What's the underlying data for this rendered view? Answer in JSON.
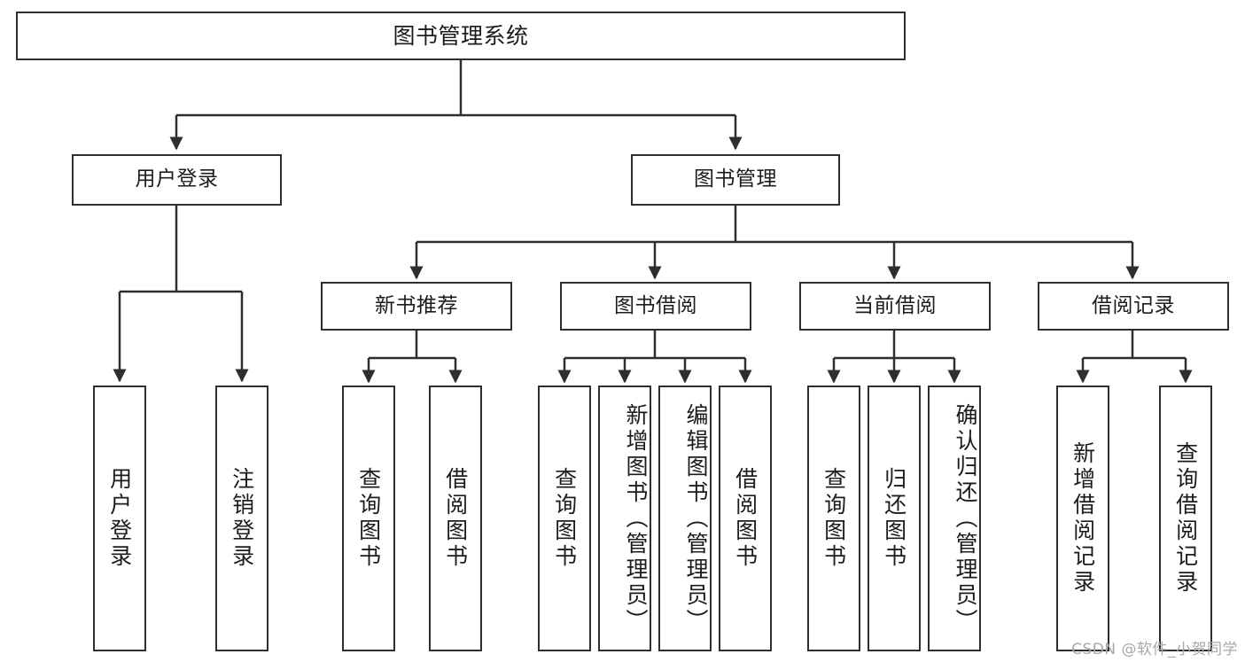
{
  "diagram": {
    "title": "图书管理系统",
    "type": "tree-hierarchy-chart",
    "watermark": "CSDN @软件_小贺同学",
    "colors": {
      "stroke": "#2e2e2e",
      "fill": "#ffffff",
      "text": "#1c1c1c",
      "watermark": "#a8a8a8"
    },
    "root": {
      "label": "图书管理系统"
    },
    "level1": [
      {
        "label": "用户登录"
      },
      {
        "label": "图书管理"
      }
    ],
    "level2": [
      {
        "label": "新书推荐"
      },
      {
        "label": "图书借阅"
      },
      {
        "label": "当前借阅"
      },
      {
        "label": "借阅记录"
      }
    ],
    "leaves": {
      "user_login": [
        {
          "label": "用户登录"
        },
        {
          "label": "注销登录"
        }
      ],
      "new_book_recommend": [
        {
          "label": "查询图书"
        },
        {
          "label": "借阅图书"
        }
      ],
      "book_borrow": [
        {
          "label": "查询图书"
        },
        {
          "label": "新增图书（管理员）"
        },
        {
          "label": "编辑图书（管理员）"
        },
        {
          "label": "借阅图书"
        }
      ],
      "current_borrow": [
        {
          "label": "查询图书"
        },
        {
          "label": "归还图书"
        },
        {
          "label": "确认归还（管理员）"
        }
      ],
      "borrow_record": [
        {
          "label": "新增借阅记录"
        },
        {
          "label": "查询借阅记录"
        }
      ]
    }
  }
}
